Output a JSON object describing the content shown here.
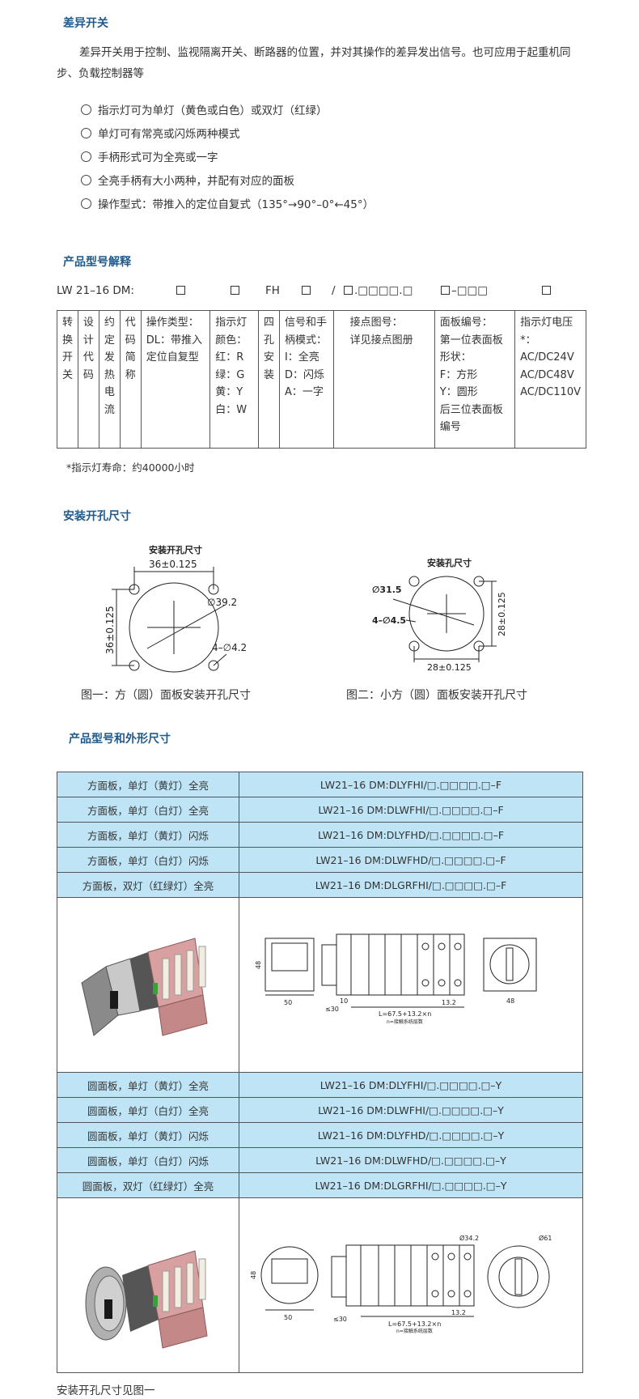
{
  "section1": {
    "title": "差异开关",
    "intro": "差异开关用于控制、监视隔离开关、断路器的位置，并对其操作的差异发出信号。也可应用于起重机同步、负载控制器等",
    "features": [
      "指示灯可为单灯（黄色或白色）或双灯（红绿）",
      "单灯可有常亮或闪烁两种模式",
      "手柄形式可为全亮或一字",
      "全亮手柄有大小两种，并配有对应的面板",
      "操作型式：带推入的定位自复式（135°→90°–0°←45°）"
    ]
  },
  "section2": {
    "title": "产品型号解释",
    "model_prefix": "LW  21–16 DM:",
    "model_fh": "FH",
    "model_slash": "/",
    "model_dot_code": ".□□□□.□",
    "model_dash_code": "–□□□",
    "columns": [
      "转换开关",
      "设计代码",
      "约定发热电流",
      "代码简称",
      "操作类型：\nDL：带推入\n定位自复型",
      "指示灯\n颜色：\n红：R\n绿：G\n黄：Y\n白：W",
      "四孔安装",
      "信号和手\n柄模式：\nI：全亮\nD：闪烁\nA：一字",
      "接点图号：\n详见接点图册",
      "面板编号：\n第一位表面板\n形状：\nF：方形\nY：圆形\n后三位表面板\n编号",
      "指示灯电压*：\nAC/DC24V\nAC/DC48V\nAC/DC110V"
    ],
    "note": "*指示灯寿命：约40000小时"
  },
  "section3": {
    "title": "安装开孔尺寸",
    "fig1": {
      "heading": "安装开孔尺寸",
      "dim_width": "36±0.125",
      "dim_height": "36±0.125",
      "dim_dia": "∅39.2",
      "dim_holes": "4–∅4.2",
      "caption": "图一：方（圆）面板安装开孔尺寸"
    },
    "fig2": {
      "heading": "安装孔尺寸",
      "dim_dia": "∅31.5",
      "dim_holes": "4–∅4.5",
      "dim_width": "28±0.125",
      "dim_height": "28±0.125",
      "caption": "图二：小方（圆）面板安装开孔尺寸"
    }
  },
  "section4": {
    "title": "产品型号和外形尺寸",
    "square_rows": [
      {
        "label": "方面板，单灯（黄灯）全亮",
        "model": "LW21–16 DM:DLYFHI/□.□□□□.□–F"
      },
      {
        "label": "方面板，单灯（白灯）全亮",
        "model": "LW21–16 DM:DLWFHI/□.□□□□.□–F"
      },
      {
        "label": "方面板，单灯（黄灯）闪烁",
        "model": "LW21–16 DM:DLYFHD/□.□□□□.□–F"
      },
      {
        "label": "方面板，单灯（白灯）闪烁",
        "model": "LW21–16 DM:DLWFHD/□.□□□□.□–F"
      },
      {
        "label": "方面板，双灯（红绿灯）全亮",
        "model": "LW21–16 DM:DLGRFHI/□.□□□□.□–F"
      }
    ],
    "round_rows": [
      {
        "label": "圆面板，单灯（黄灯）全亮",
        "model": "LW21–16 DM:DLYFHI/□.□□□□.□–Y"
      },
      {
        "label": "圆面板，单灯（白灯）全亮",
        "model": "LW21–16 DM:DLWFHI/□.□□□□.□–Y"
      },
      {
        "label": "圆面板，单灯（黄灯）闪烁",
        "model": "LW21–16 DM:DLYFHD/□.□□□□.□–Y"
      },
      {
        "label": "圆面板，单灯（白灯）闪烁",
        "model": "LW21–16 DM:DLWFHD/□.□□□□.□–Y"
      },
      {
        "label": "圆面板，双灯（红绿灯）全亮",
        "model": "LW21–16 DM:DLGRFHI/□.□□□□.□–Y"
      }
    ],
    "drawing": {
      "dim_48": "48",
      "dim_50": "50",
      "dim_10": "10",
      "dim_30": "≤30",
      "dim_L": "L=67.5+13.2×n",
      "dim_n": "n=接触系统层数",
      "dim_132": "13.2",
      "dim_48b": "48",
      "dim_342": "Ø34.2",
      "dim_61": "Ø61"
    },
    "footer": "安装开孔尺寸见图一"
  },
  "colors": {
    "heading": "#1f5a8c",
    "row_bg": "#bfe4f5",
    "switch_pink": "#d8a0a0"
  }
}
